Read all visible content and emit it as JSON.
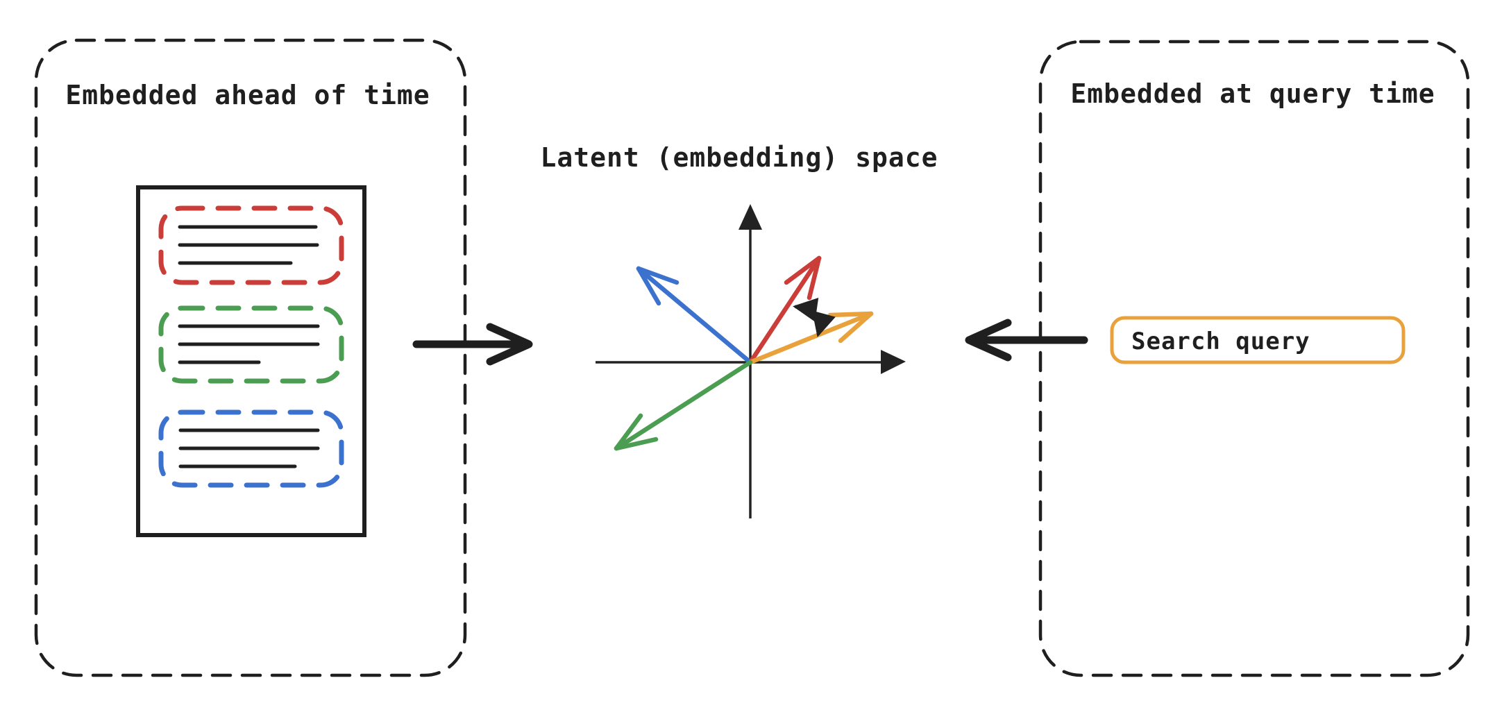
{
  "diagram": {
    "left_panel": {
      "title": "Embedded ahead of time"
    },
    "center": {
      "title": "Latent (embedding) space"
    },
    "right_panel": {
      "title": "Embedded at query time",
      "search_query": "Search query"
    },
    "colors": {
      "ink": "#1f1f1f",
      "chunk_red": "#cb3d38",
      "chunk_green": "#4a9d51",
      "chunk_blue": "#3b72cd",
      "query_orange": "#e9a23b"
    }
  }
}
